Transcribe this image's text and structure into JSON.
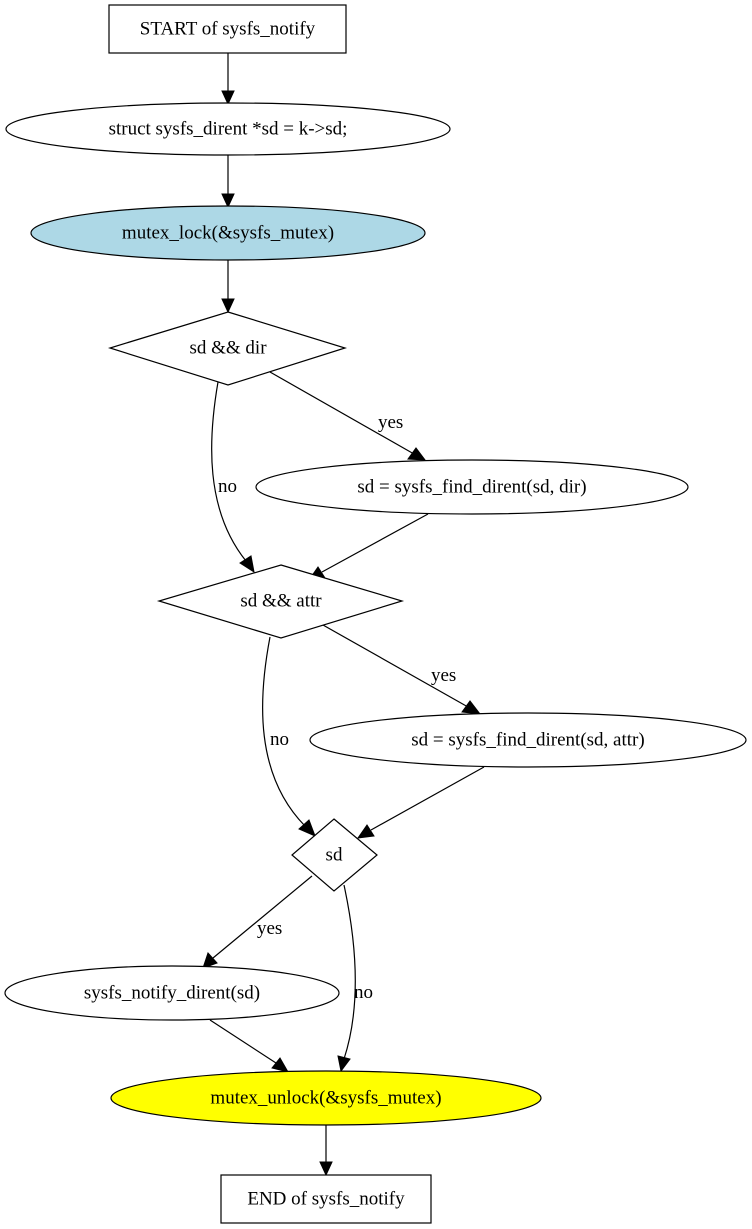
{
  "colors": {
    "default_fill": "#ffffff",
    "lock_fill": "#add8e6",
    "unlock_fill": "#ffff00",
    "stroke": "#000000"
  },
  "nodes": {
    "start": {
      "label": "START of sysfs_notify",
      "shape": "box"
    },
    "assign_sd": {
      "label": "struct sysfs_dirent *sd = k->sd;",
      "shape": "ellipse"
    },
    "mutex_lock": {
      "label": "mutex_lock(&sysfs_mutex)",
      "shape": "ellipse",
      "fill": "lightblue"
    },
    "cond_sd_dir": {
      "label": "sd && dir",
      "shape": "diamond"
    },
    "find_dir": {
      "label": "sd = sysfs_find_dirent(sd, dir)",
      "shape": "ellipse"
    },
    "cond_sd_attr": {
      "label": "sd && attr",
      "shape": "diamond"
    },
    "find_attr": {
      "label": "sd = sysfs_find_dirent(sd, attr)",
      "shape": "ellipse"
    },
    "cond_sd": {
      "label": "sd",
      "shape": "diamond"
    },
    "notify_dirent": {
      "label": "sysfs_notify_dirent(sd)",
      "shape": "ellipse"
    },
    "mutex_unlock": {
      "label": "mutex_unlock(&sysfs_mutex)",
      "shape": "ellipse",
      "fill": "yellow"
    },
    "end": {
      "label": "END of sysfs_notify",
      "shape": "box"
    }
  },
  "edges": [
    {
      "from": "start",
      "to": "assign_sd",
      "label": ""
    },
    {
      "from": "assign_sd",
      "to": "mutex_lock",
      "label": ""
    },
    {
      "from": "mutex_lock",
      "to": "cond_sd_dir",
      "label": ""
    },
    {
      "from": "cond_sd_dir",
      "to": "find_dir",
      "label": "yes"
    },
    {
      "from": "cond_sd_dir",
      "to": "cond_sd_attr",
      "label": "no"
    },
    {
      "from": "find_dir",
      "to": "cond_sd_attr",
      "label": ""
    },
    {
      "from": "cond_sd_attr",
      "to": "find_attr",
      "label": "yes"
    },
    {
      "from": "cond_sd_attr",
      "to": "cond_sd",
      "label": "no"
    },
    {
      "from": "find_attr",
      "to": "cond_sd",
      "label": ""
    },
    {
      "from": "cond_sd",
      "to": "notify_dirent",
      "label": "yes"
    },
    {
      "from": "cond_sd",
      "to": "mutex_unlock",
      "label": "no"
    },
    {
      "from": "notify_dirent",
      "to": "mutex_unlock",
      "label": ""
    },
    {
      "from": "mutex_unlock",
      "to": "end",
      "label": ""
    }
  ]
}
